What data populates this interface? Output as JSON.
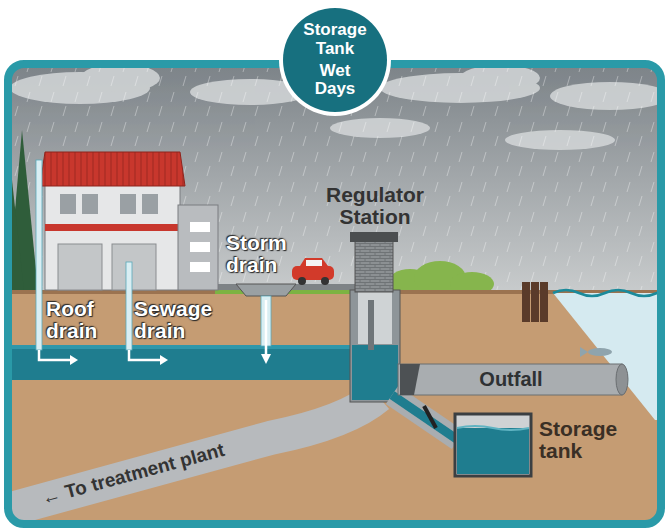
{
  "diagram": {
    "nodes": [
      {
        "text": [
          "Storage Tank",
          "Wet Days"
        ]
      },
      {
        "text": [
          "Regulator Station"
        ]
      },
      {
        "text": [
          "Outfall"
        ]
      },
      {
        "text": [
          "Storage tank"
        ]
      }
    ],
    "labels": [
      "Roof drain",
      "Sewage drain",
      "Storm drain",
      "← To treatment plant"
    ]
  }
}
